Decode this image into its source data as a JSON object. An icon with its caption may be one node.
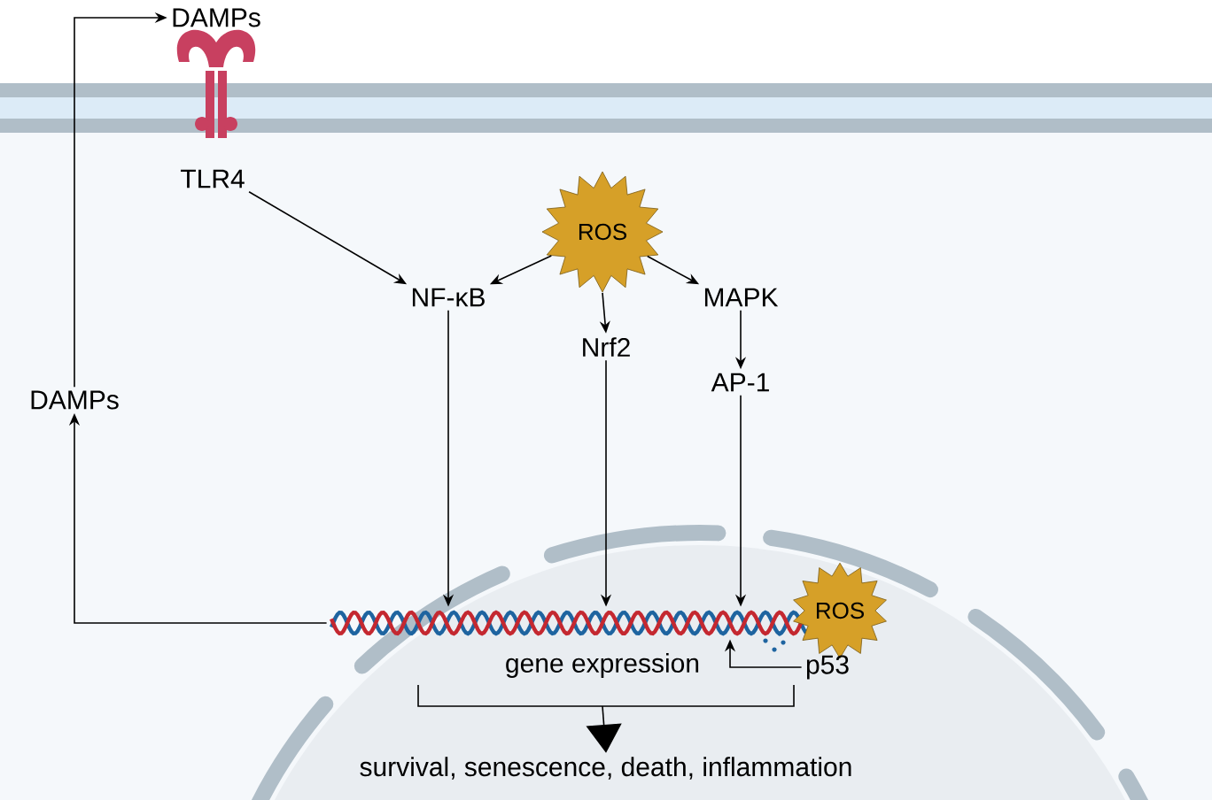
{
  "diagram": {
    "nodes": [
      {
        "text": [
          "DAMPs"
        ]
      },
      {
        "text": [
          "TLR4"
        ]
      },
      {
        "text": [
          "ROS"
        ]
      },
      {
        "text": [
          "NF-κB"
        ]
      },
      {
        "text": [
          "Nrf2"
        ]
      },
      {
        "text": [
          "MAPK"
        ]
      },
      {
        "text": [
          "AP-1"
        ]
      },
      {
        "text": [
          "DAMPs"
        ]
      },
      {
        "text": [],
        "shape": "picture"
      },
      {
        "text": [
          "ROS"
        ]
      },
      {
        "text": [
          "p53"
        ]
      },
      {
        "text": [
          "gene expression"
        ]
      },
      {
        "text": [
          "survival, senescence, death, inflammation"
        ]
      }
    ],
    "edges": [
      {
        "from": 7,
        "to": 0,
        "arrow": "to"
      },
      {
        "from": 1,
        "to": 3,
        "arrow": "to"
      },
      {
        "from": 2,
        "to": 3,
        "arrow": "to"
      },
      {
        "from": 2,
        "to": 4,
        "arrow": "to"
      },
      {
        "from": 2,
        "to": 5,
        "arrow": "to"
      },
      {
        "from": 5,
        "to": 6,
        "arrow": "to"
      },
      {
        "from": 3,
        "to": 8,
        "arrow": "to"
      },
      {
        "from": 4,
        "to": 8,
        "arrow": "to"
      },
      {
        "from": 6,
        "to": 8,
        "arrow": "to"
      },
      {
        "from": 10,
        "to": 8,
        "arrow": "to"
      },
      {
        "from": 8,
        "to": 7,
        "arrow": "to"
      },
      {
        "from": 11,
        "to": 12,
        "arrow": "to"
      }
    ]
  }
}
